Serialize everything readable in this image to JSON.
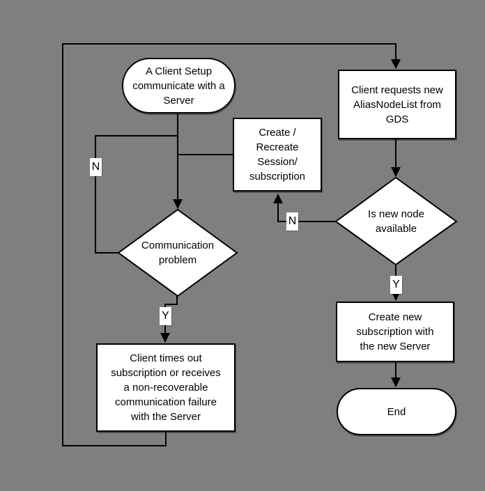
{
  "diagram": {
    "type": "flowchart",
    "background_color": "#7f7f7f",
    "shape_fill": "#ffffff",
    "line_color": "#000000",
    "nodes": {
      "start": {
        "type": "terminator",
        "label": "A Client Setup\ncommunicate with a\nServer"
      },
      "create_session": {
        "type": "process",
        "label": "Create /\nRecreate\nSession/\nsubscription"
      },
      "comm_problem": {
        "type": "decision",
        "label": "Communication\nproblem"
      },
      "client_times_out": {
        "type": "process",
        "label": "Client times out\nsubscription or receives\na non-recoverable\ncommunication failure\nwith the Server"
      },
      "client_requests": {
        "type": "process",
        "label": "Client requests new\nAliasNodeList from\nGDS"
      },
      "is_new_node": {
        "type": "decision",
        "label": "Is new node\navailable"
      },
      "create_new_sub": {
        "type": "process",
        "label": "Create new\nsubscription with\nthe new Server"
      },
      "end": {
        "type": "terminator",
        "label": "End"
      }
    },
    "edge_labels": {
      "comm_problem_no": "N",
      "comm_problem_yes": "Y",
      "is_new_node_no": "N",
      "is_new_node_yes": "Y"
    },
    "edges": [
      {
        "from": "start",
        "to": "comm_problem",
        "label": ""
      },
      {
        "from": "create_session",
        "to": "comm_problem",
        "label": ""
      },
      {
        "from": "comm_problem",
        "to": "comm_problem input (loop back)",
        "label": "N"
      },
      {
        "from": "comm_problem",
        "to": "client_times_out",
        "label": "Y"
      },
      {
        "from": "client_times_out",
        "to": "client_requests",
        "label": ""
      },
      {
        "from": "client_requests",
        "to": "is_new_node",
        "label": ""
      },
      {
        "from": "is_new_node",
        "to": "create_session",
        "label": "N"
      },
      {
        "from": "is_new_node",
        "to": "create_new_sub",
        "label": "Y"
      },
      {
        "from": "create_new_sub",
        "to": "end",
        "label": ""
      }
    ]
  }
}
